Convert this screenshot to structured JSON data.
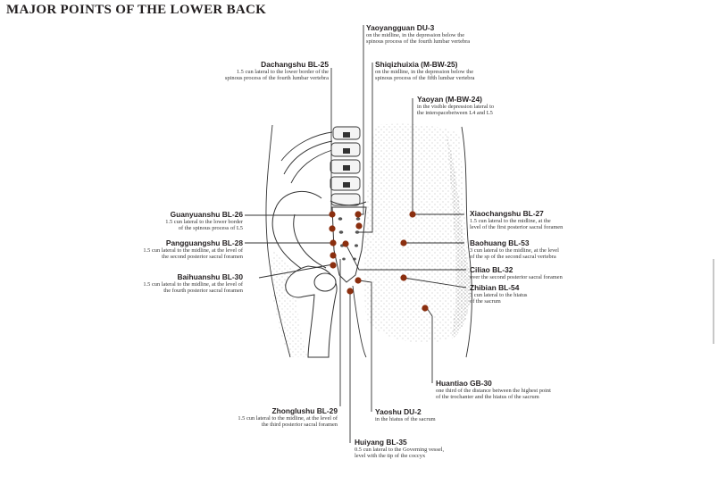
{
  "title": "MAJOR POINTS OF THE LOWER BACK",
  "accent_color": "#8b2f0f",
  "points": {
    "yaoyangguan": {
      "name": "Yaoyangguan DU-3",
      "desc": [
        "on the midline, in the depression below the",
        "spinous process of the fourth lumbar vertebra"
      ]
    },
    "dachangshu": {
      "name": "Dachangshu BL-25",
      "desc": [
        "1.5 cun lateral to the lower border of the",
        "spinous process of the fourth lumbar vertebra"
      ]
    },
    "shiqizhuixia": {
      "name": "Shiqizhuixia (M-BW-25)",
      "desc": [
        "on the midline, in the depression below the",
        "spinous process of the fifth lumbar vertebra"
      ]
    },
    "yaoyan": {
      "name": "Yaoyan (M-BW-24)",
      "desc": [
        "in the visible depression lateral to",
        "the interspacebetween L4 and L5"
      ]
    },
    "guanyuanshu": {
      "name": "Guanyuanshu BL-26",
      "desc": [
        "1.5 cun lateral to the lower border",
        "of the spinous process of L5"
      ]
    },
    "xiaochangshu": {
      "name": "Xiaochangshu BL-27",
      "desc": [
        "1.5 cun lateral to the midline, at the",
        "level of the first posterior sacral foramen"
      ]
    },
    "pangguangshu": {
      "name": "Pangguangshu BL-28",
      "desc": [
        "1.5 cun lateral to the midline, at the level of",
        "the second posterior sacral foramen"
      ]
    },
    "baohuang": {
      "name": "Baohuang BL-53",
      "desc": [
        "3 cun lateral to the midline, at the level",
        "of the sp of the second sacral vertebra"
      ]
    },
    "ciliao": {
      "name": "Ciliao BL-32",
      "desc": [
        "over the second posterior sacral foramen"
      ]
    },
    "baihuanshu": {
      "name": "Baihuanshu BL-30",
      "desc": [
        "1.5 cun lateral to the midline, at the level of",
        "the fourth posterior sacral foramen"
      ]
    },
    "zhibian": {
      "name": "Zhibian BL-54",
      "desc": [
        "3 cun lateral to the hiatus",
        "of the sacrum"
      ]
    },
    "huantiao": {
      "name": "Huantiao GB-30",
      "desc": [
        "one third of the distance between the highest point",
        "of the trochanter and the hiatus of the sacrum"
      ]
    },
    "zhonglushu": {
      "name": "Zhonglushu BL-29",
      "desc": [
        "1.5 cun lateral to the midline, at the level of",
        "the third posterior sacral foramen"
      ]
    },
    "yaoshu": {
      "name": "Yaoshu DU-2",
      "desc": [
        "in the hiatus of the sacrum"
      ]
    },
    "huiyang": {
      "name": "Huiyang BL-35",
      "desc": [
        "0.5 cun lateral to the Governing vessel,",
        "level with the tip of the coccyx"
      ]
    }
  }
}
